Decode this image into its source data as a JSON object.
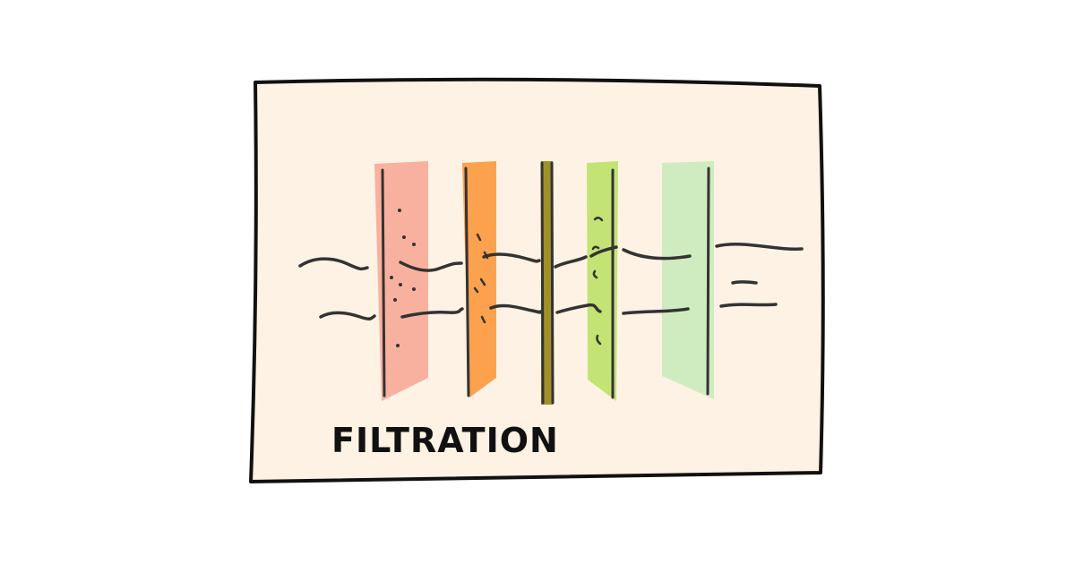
{
  "diagram": {
    "label": "FILTRATION",
    "colors": {
      "card_background": "#fdf2e3",
      "outline": "#111111",
      "ink": "#333333",
      "filter_1": "#f9b19f",
      "filter_2": "#fca14d",
      "filter_3": "#a09029",
      "filter_4": "#c3e475",
      "filter_5": "#cfecc0"
    },
    "filters": [
      {
        "name": "filter-salmon",
        "color_key": "filter_1"
      },
      {
        "name": "filter-orange",
        "color_key": "filter_2"
      },
      {
        "name": "filter-olive",
        "color_key": "filter_3"
      },
      {
        "name": "filter-lime",
        "color_key": "filter_4"
      },
      {
        "name": "filter-mint",
        "color_key": "filter_5"
      }
    ]
  }
}
